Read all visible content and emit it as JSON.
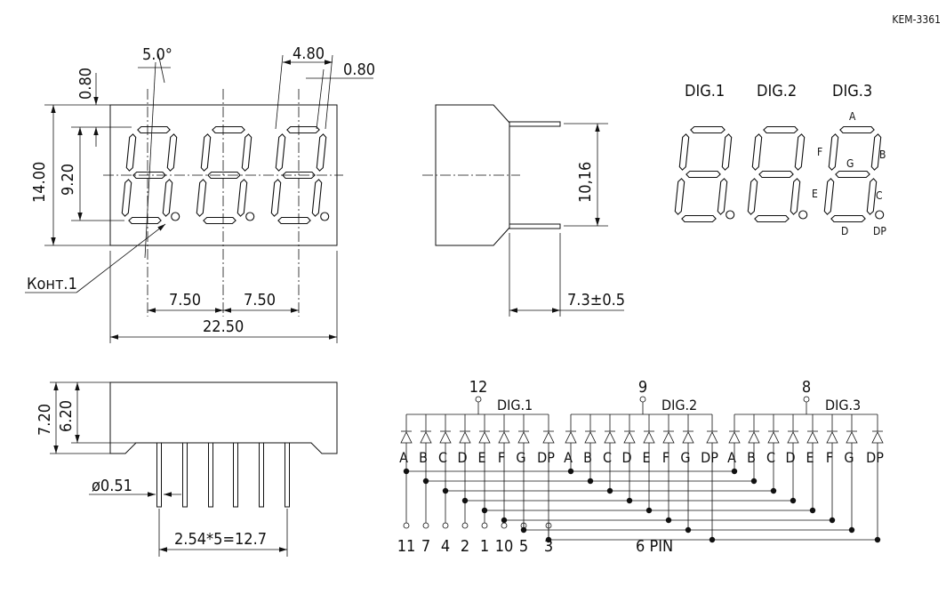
{
  "part_number": "KEM-3361",
  "front_view": {
    "angle": "5.0°",
    "digit_width": "4.80",
    "segment_width": "0.80",
    "top_offset": "0.80",
    "height": "14.00",
    "digit_height": "9.20",
    "pin1_label": "Конт.1",
    "pitch_1": "7.50",
    "pitch_2": "7.50",
    "width": "22.50"
  },
  "side_view": {
    "pin_span": "10,16",
    "lead_length": "7.3±0.5"
  },
  "bottom_view": {
    "total_height": "7.20",
    "body_height": "6.20",
    "pin_diameter": "ø0.51",
    "pin_pitch": "2.54*5=12.7"
  },
  "segment_display": {
    "digits": [
      "DIG.1",
      "DIG.2",
      "DIG.3"
    ],
    "segment_labels": {
      "a": "A",
      "b": "B",
      "c": "C",
      "d": "D",
      "e": "E",
      "f": "F",
      "g": "G",
      "dp": "DP"
    }
  },
  "schematic": {
    "commons": [
      {
        "pin": "12",
        "digit": "DIG.1"
      },
      {
        "pin": "9",
        "digit": "DIG.2"
      },
      {
        "pin": "8",
        "digit": "DIG.3"
      }
    ],
    "segments": [
      "A",
      "B",
      "C",
      "D",
      "E",
      "F",
      "G",
      "DP"
    ],
    "segment_pins": [
      "11",
      "7",
      "4",
      "2",
      "1",
      "10",
      "5",
      "3"
    ],
    "pin_count_label": "6  PIN"
  }
}
